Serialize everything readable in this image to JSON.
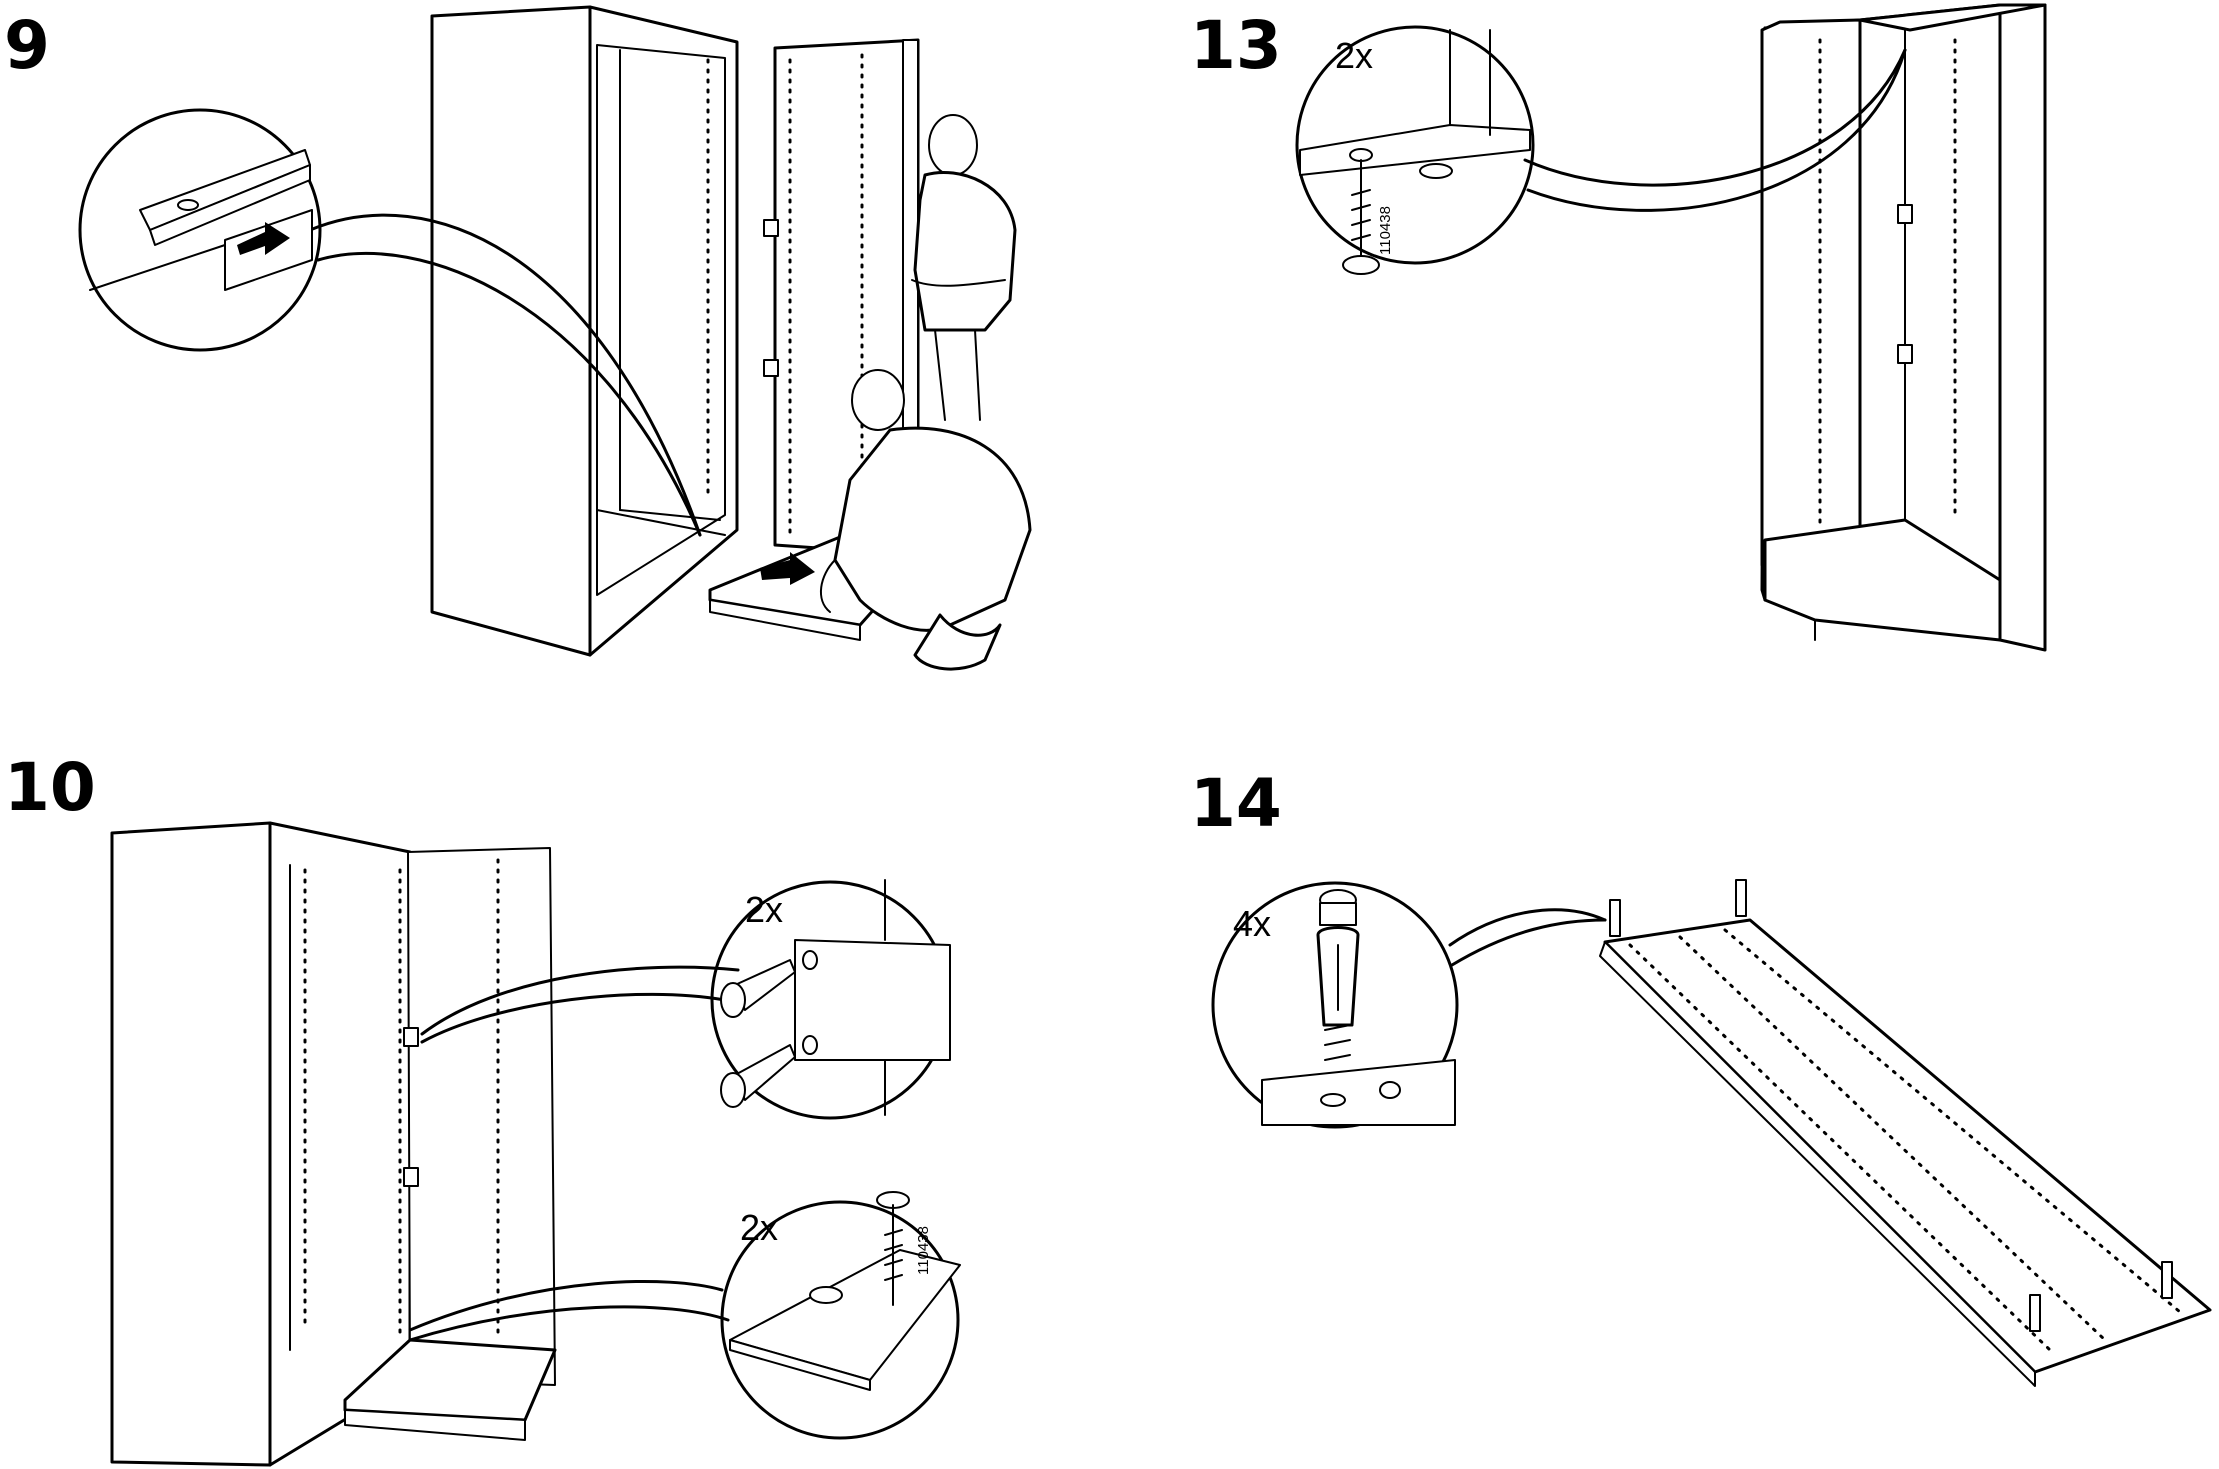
{
  "page": {
    "title": "",
    "steps": [
      {
        "id": "step-9",
        "number": "9"
      },
      {
        "id": "step-13",
        "number": "13",
        "quantity": "2x",
        "part_number": "110438"
      },
      {
        "id": "step-10",
        "number": "10",
        "quantity_top": "2x",
        "quantity_bottom": "2x",
        "part_number": "110438"
      },
      {
        "id": "step-14",
        "number": "14",
        "quantity": "4x"
      }
    ]
  },
  "colors": {
    "ink": "#000000",
    "paper": "#ffffff"
  },
  "icons": [
    "arrow-icon",
    "screw-icon",
    "dowel-icon",
    "person-icon"
  ]
}
